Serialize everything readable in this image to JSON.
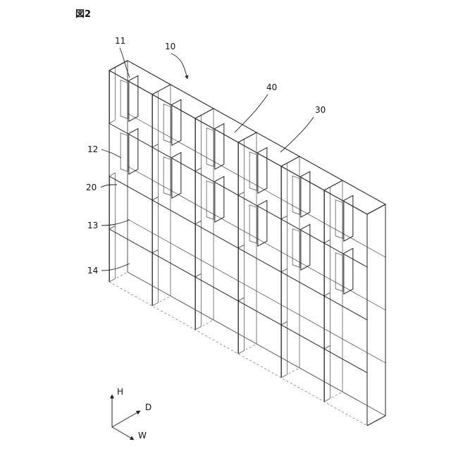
{
  "figure": {
    "title": "図2"
  },
  "labels": {
    "ref_10": "10",
    "ref_11": "11",
    "ref_12": "12",
    "ref_13": "13",
    "ref_14": "14",
    "ref_20": "20",
    "ref_30": "30",
    "ref_40": "40"
  },
  "axes": {
    "h": "H",
    "d": "D",
    "w": "W"
  },
  "structure": {
    "columns": 6,
    "rows": 4
  }
}
